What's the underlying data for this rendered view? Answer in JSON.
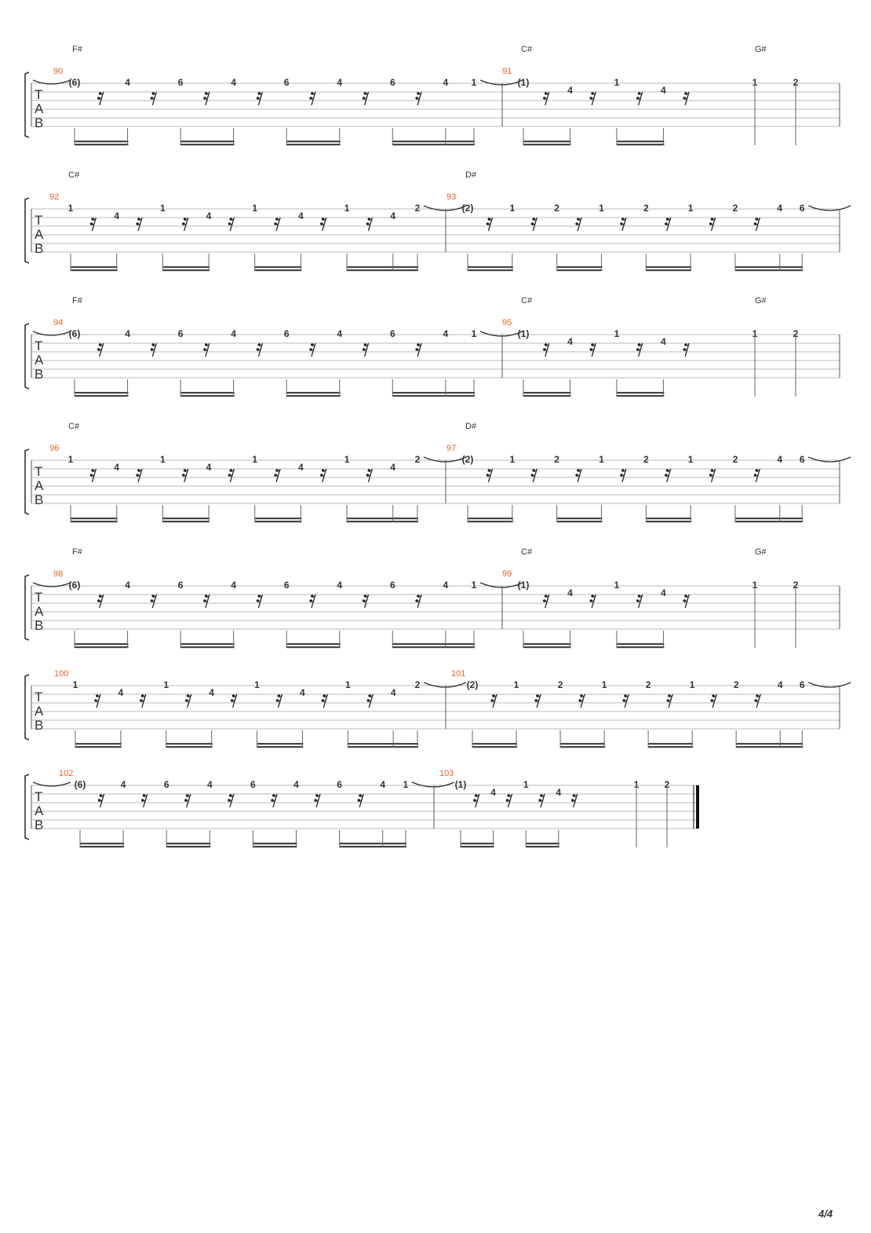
{
  "page_number": "4/4",
  "tab_clef": [
    "T",
    "A",
    "B"
  ],
  "systems": [
    {
      "chords": [
        {
          "label": "F#",
          "measure": 0
        },
        {
          "label": "C#",
          "measure": 1
        },
        {
          "label": "G#",
          "measure": 1,
          "beat": 6
        }
      ],
      "measures": [
        {
          "number": "90",
          "tie_in": true,
          "events": [
            {
              "fret": "(6)",
              "beam": "s"
            },
            {
              "rest": true
            },
            {
              "fret": "4"
            },
            {
              "rest": true
            },
            {
              "fret": "6",
              "beam": "s"
            },
            {
              "rest": true
            },
            {
              "fret": "4"
            },
            {
              "rest": true
            },
            {
              "fret": "6",
              "beam": "s"
            },
            {
              "rest": true
            },
            {
              "fret": "4"
            },
            {
              "rest": true
            },
            {
              "fret": "6",
              "beam": "s"
            },
            {
              "rest": true
            },
            {
              "fret": "4"
            },
            {
              "fret": "1",
              "tie_out": true
            }
          ]
        },
        {
          "number": "91",
          "events": [
            {
              "fret": "(1)",
              "beam": "s"
            },
            {
              "rest": true
            },
            {
              "fret": "4"
            },
            {
              "rest": true
            },
            {
              "fret": "1",
              "beam": "s"
            },
            {
              "rest": true
            },
            {
              "fret": "4"
            },
            {
              "rest": true
            },
            {
              "fret": "1",
              "beam": "q"
            },
            {
              "fret": "2",
              "beam": "q"
            }
          ]
        }
      ]
    },
    {
      "chords": [
        {
          "label": "C#",
          "measure": 0
        },
        {
          "label": "D#",
          "measure": 1
        }
      ],
      "measures": [
        {
          "number": "92",
          "events": [
            {
              "fret": "1",
              "beam": "s"
            },
            {
              "rest": true
            },
            {
              "fret": "4"
            },
            {
              "rest": true
            },
            {
              "fret": "1",
              "beam": "s"
            },
            {
              "rest": true
            },
            {
              "fret": "4"
            },
            {
              "rest": true
            },
            {
              "fret": "1",
              "beam": "s"
            },
            {
              "rest": true
            },
            {
              "fret": "4"
            },
            {
              "rest": true
            },
            {
              "fret": "1",
              "beam": "s"
            },
            {
              "rest": true
            },
            {
              "fret": "4"
            },
            {
              "fret": "2",
              "tie_out": true
            }
          ]
        },
        {
          "number": "93",
          "events": [
            {
              "fret": "(2)",
              "beam": "s"
            },
            {
              "rest": true
            },
            {
              "fret": "1"
            },
            {
              "rest": true
            },
            {
              "fret": "2",
              "beam": "s"
            },
            {
              "rest": true
            },
            {
              "fret": "1"
            },
            {
              "rest": true
            },
            {
              "fret": "2",
              "beam": "s"
            },
            {
              "rest": true
            },
            {
              "fret": "1"
            },
            {
              "rest": true
            },
            {
              "fret": "2",
              "beam": "s"
            },
            {
              "rest": true
            },
            {
              "fret": "4"
            },
            {
              "fret": "6",
              "tie_out": true
            }
          ]
        }
      ]
    },
    {
      "chords": [
        {
          "label": "F#",
          "measure": 0
        },
        {
          "label": "C#",
          "measure": 1
        },
        {
          "label": "G#",
          "measure": 1,
          "beat": 6
        }
      ],
      "measures": [
        {
          "number": "94",
          "tie_in": true,
          "events": [
            {
              "fret": "(6)",
              "beam": "s"
            },
            {
              "rest": true
            },
            {
              "fret": "4"
            },
            {
              "rest": true
            },
            {
              "fret": "6",
              "beam": "s"
            },
            {
              "rest": true
            },
            {
              "fret": "4"
            },
            {
              "rest": true
            },
            {
              "fret": "6",
              "beam": "s"
            },
            {
              "rest": true
            },
            {
              "fret": "4"
            },
            {
              "rest": true
            },
            {
              "fret": "6",
              "beam": "s"
            },
            {
              "rest": true
            },
            {
              "fret": "4"
            },
            {
              "fret": "1",
              "tie_out": true
            }
          ]
        },
        {
          "number": "95",
          "events": [
            {
              "fret": "(1)",
              "beam": "s"
            },
            {
              "rest": true
            },
            {
              "fret": "4"
            },
            {
              "rest": true
            },
            {
              "fret": "1",
              "beam": "s"
            },
            {
              "rest": true
            },
            {
              "fret": "4"
            },
            {
              "rest": true
            },
            {
              "fret": "1",
              "beam": "q"
            },
            {
              "fret": "2",
              "beam": "q"
            }
          ]
        }
      ]
    },
    {
      "chords": [
        {
          "label": "C#",
          "measure": 0
        },
        {
          "label": "D#",
          "measure": 1
        }
      ],
      "measures": [
        {
          "number": "96",
          "events": [
            {
              "fret": "1",
              "beam": "s"
            },
            {
              "rest": true
            },
            {
              "fret": "4"
            },
            {
              "rest": true
            },
            {
              "fret": "1",
              "beam": "s"
            },
            {
              "rest": true
            },
            {
              "fret": "4"
            },
            {
              "rest": true
            },
            {
              "fret": "1",
              "beam": "s"
            },
            {
              "rest": true
            },
            {
              "fret": "4"
            },
            {
              "rest": true
            },
            {
              "fret": "1",
              "beam": "s"
            },
            {
              "rest": true
            },
            {
              "fret": "4"
            },
            {
              "fret": "2",
              "tie_out": true
            }
          ]
        },
        {
          "number": "97",
          "events": [
            {
              "fret": "(2)",
              "beam": "s"
            },
            {
              "rest": true
            },
            {
              "fret": "1"
            },
            {
              "rest": true
            },
            {
              "fret": "2",
              "beam": "s"
            },
            {
              "rest": true
            },
            {
              "fret": "1"
            },
            {
              "rest": true
            },
            {
              "fret": "2",
              "beam": "s"
            },
            {
              "rest": true
            },
            {
              "fret": "1"
            },
            {
              "rest": true
            },
            {
              "fret": "2",
              "beam": "s"
            },
            {
              "rest": true
            },
            {
              "fret": "4"
            },
            {
              "fret": "6",
              "tie_out": true
            }
          ]
        }
      ]
    },
    {
      "chords": [
        {
          "label": "F#",
          "measure": 0
        },
        {
          "label": "C#",
          "measure": 1
        },
        {
          "label": "G#",
          "measure": 1,
          "beat": 6
        }
      ],
      "measures": [
        {
          "number": "98",
          "tie_in": true,
          "events": [
            {
              "fret": "(6)",
              "beam": "s"
            },
            {
              "rest": true
            },
            {
              "fret": "4"
            },
            {
              "rest": true
            },
            {
              "fret": "6",
              "beam": "s"
            },
            {
              "rest": true
            },
            {
              "fret": "4"
            },
            {
              "rest": true
            },
            {
              "fret": "6",
              "beam": "s"
            },
            {
              "rest": true
            },
            {
              "fret": "4"
            },
            {
              "rest": true
            },
            {
              "fret": "6",
              "beam": "s"
            },
            {
              "rest": true
            },
            {
              "fret": "4"
            },
            {
              "fret": "1",
              "tie_out": true
            }
          ]
        },
        {
          "number": "99",
          "events": [
            {
              "fret": "(1)",
              "beam": "s"
            },
            {
              "rest": true
            },
            {
              "fret": "4"
            },
            {
              "rest": true
            },
            {
              "fret": "1",
              "beam": "s"
            },
            {
              "rest": true
            },
            {
              "fret": "4"
            },
            {
              "rest": true
            },
            {
              "fret": "1",
              "beam": "q"
            },
            {
              "fret": "2",
              "beam": "q"
            }
          ]
        }
      ]
    },
    {
      "chords": [],
      "measures": [
        {
          "number": "100",
          "events": [
            {
              "fret": "1",
              "beam": "s"
            },
            {
              "rest": true
            },
            {
              "fret": "4"
            },
            {
              "rest": true
            },
            {
              "fret": "1",
              "beam": "s"
            },
            {
              "rest": true
            },
            {
              "fret": "4"
            },
            {
              "rest": true
            },
            {
              "fret": "1",
              "beam": "s"
            },
            {
              "rest": true
            },
            {
              "fret": "4"
            },
            {
              "rest": true
            },
            {
              "fret": "1",
              "beam": "s"
            },
            {
              "rest": true
            },
            {
              "fret": "4"
            },
            {
              "fret": "2",
              "tie_out": true
            }
          ]
        },
        {
          "number": "101",
          "events": [
            {
              "fret": "(2)",
              "beam": "s"
            },
            {
              "rest": true
            },
            {
              "fret": "1"
            },
            {
              "rest": true
            },
            {
              "fret": "2",
              "beam": "s"
            },
            {
              "rest": true
            },
            {
              "fret": "1"
            },
            {
              "rest": true
            },
            {
              "fret": "2",
              "beam": "s"
            },
            {
              "rest": true
            },
            {
              "fret": "1"
            },
            {
              "rest": true
            },
            {
              "fret": "2",
              "beam": "s"
            },
            {
              "rest": true
            },
            {
              "fret": "4"
            },
            {
              "fret": "6",
              "tie_out": true
            }
          ]
        }
      ]
    },
    {
      "chords": [],
      "final": true,
      "measures": [
        {
          "number": "102",
          "tie_in": true,
          "events": [
            {
              "fret": "(6)",
              "beam": "s"
            },
            {
              "rest": true
            },
            {
              "fret": "4"
            },
            {
              "rest": true
            },
            {
              "fret": "6",
              "beam": "s"
            },
            {
              "rest": true
            },
            {
              "fret": "4"
            },
            {
              "rest": true
            },
            {
              "fret": "6",
              "beam": "s"
            },
            {
              "rest": true
            },
            {
              "fret": "4"
            },
            {
              "rest": true
            },
            {
              "fret": "6",
              "beam": "s"
            },
            {
              "rest": true
            },
            {
              "fret": "4"
            },
            {
              "fret": "1",
              "tie_out": true
            }
          ]
        },
        {
          "number": "103",
          "events": [
            {
              "fret": "(1)",
              "beam": "s"
            },
            {
              "rest": true
            },
            {
              "fret": "4"
            },
            {
              "rest": true
            },
            {
              "fret": "1",
              "beam": "s"
            },
            {
              "rest": true
            },
            {
              "fret": "4"
            },
            {
              "rest": true
            },
            {
              "fret": "1",
              "beam": "q"
            },
            {
              "fret": "2",
              "beam": "q"
            }
          ]
        }
      ]
    }
  ]
}
